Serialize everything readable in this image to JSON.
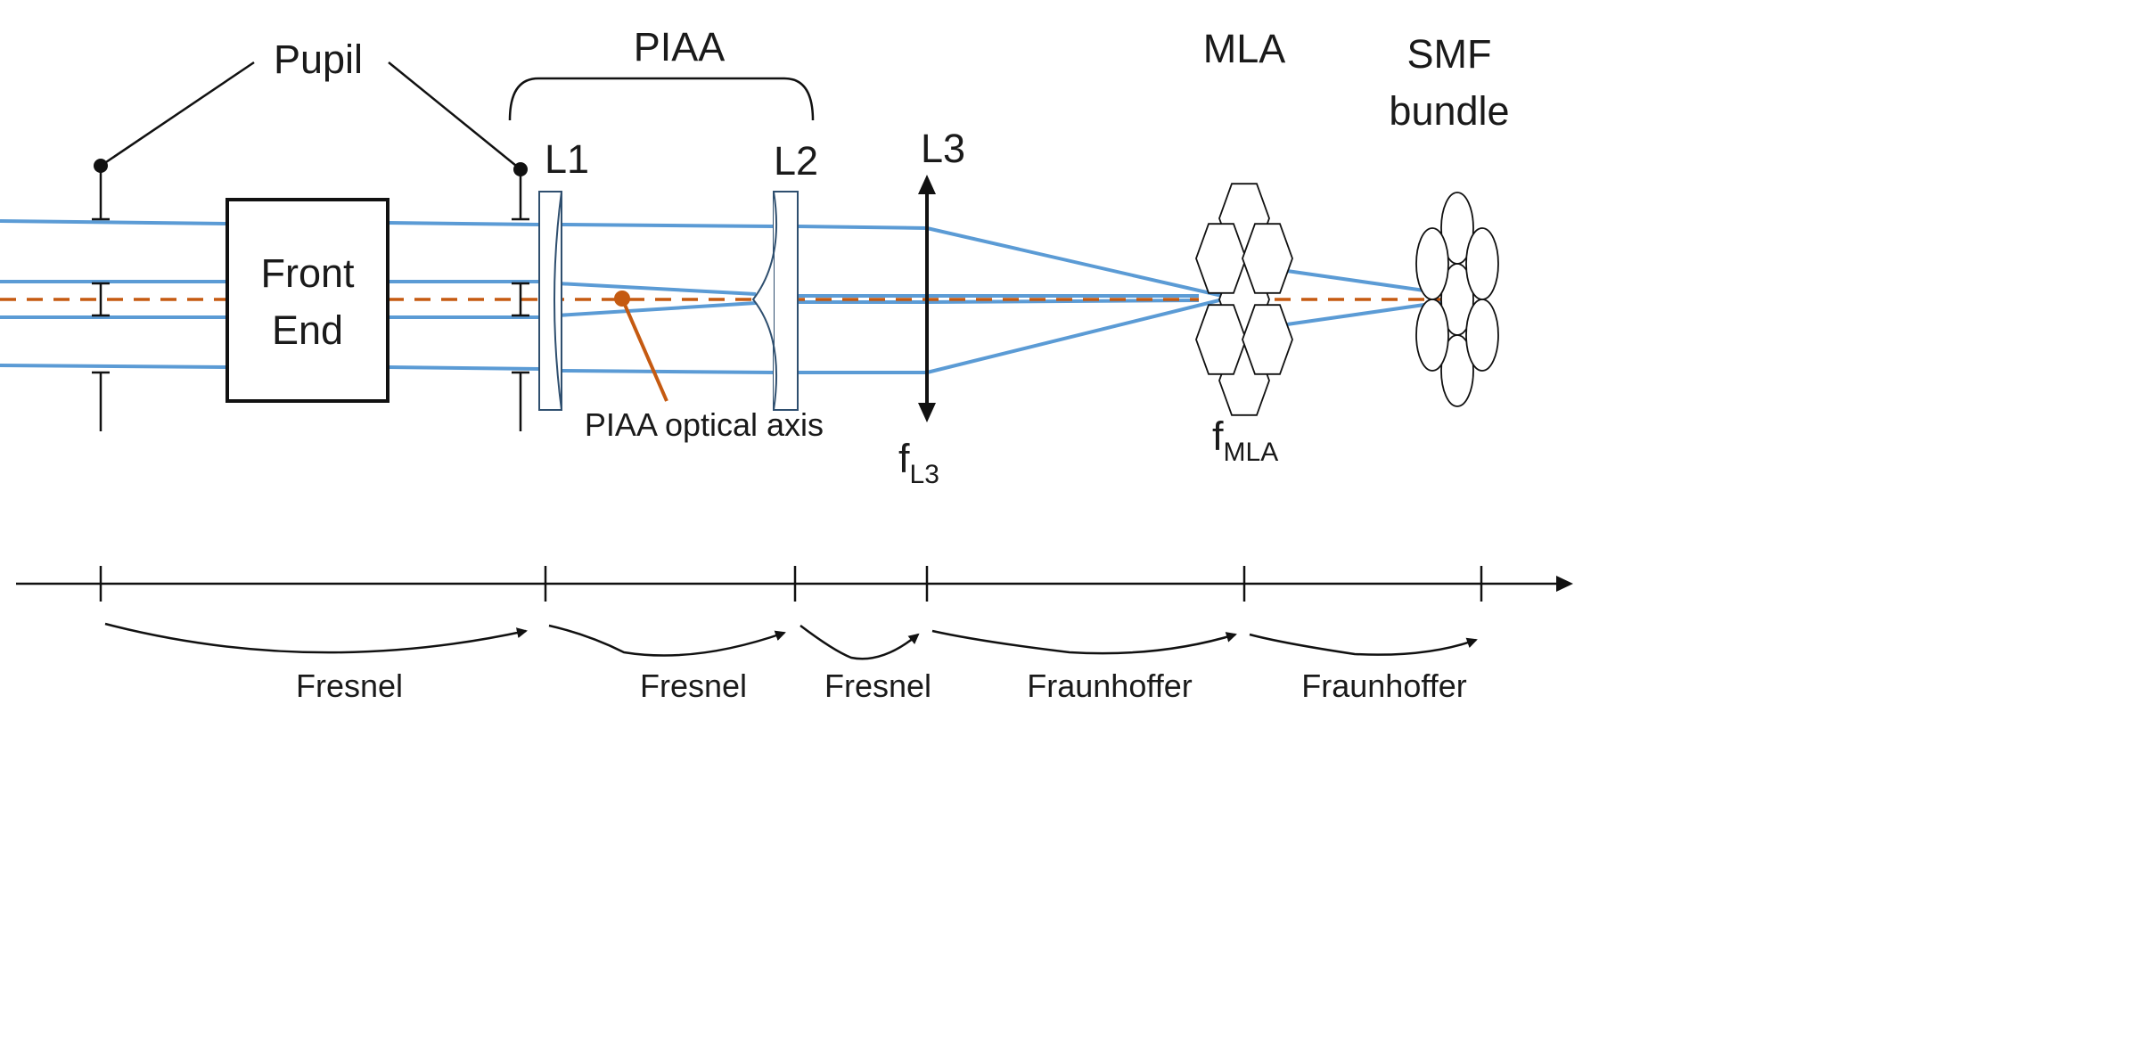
{
  "labels": {
    "pupil": "Pupil",
    "piaa_group": "PIAA",
    "mla": "MLA",
    "smf_line1": "SMF",
    "smf_line2": "bundle",
    "l1": "L1",
    "l2": "L2",
    "l3": "L3",
    "front_end_line1": "Front",
    "front_end_line2": "End",
    "piaa_axis": "PIAA optical axis",
    "f_l3_main": "f",
    "f_l3_sub": "L3",
    "f_mla_main": "f",
    "f_mla_sub": "MLA"
  },
  "propagation": [
    {
      "label": "Fresnel"
    },
    {
      "label": "Fresnel"
    },
    {
      "label": "Fresnel"
    },
    {
      "label": "Fraunhoffer"
    },
    {
      "label": "Fraunhoffer"
    }
  ],
  "colors": {
    "beam": "#5b9bd5",
    "optical_axis": "#c55a11",
    "ink": "#111111"
  }
}
